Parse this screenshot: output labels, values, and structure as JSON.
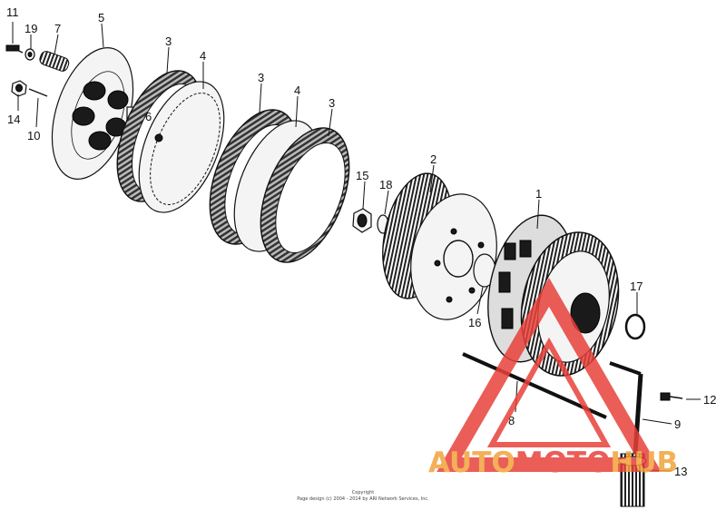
{
  "callouts": [
    {
      "id": "1",
      "text": "1"
    },
    {
      "id": "2",
      "text": "2"
    },
    {
      "id": "3a",
      "text": "3"
    },
    {
      "id": "3b",
      "text": "3"
    },
    {
      "id": "3c",
      "text": "3"
    },
    {
      "id": "4a",
      "text": "4"
    },
    {
      "id": "4b",
      "text": "4"
    },
    {
      "id": "5",
      "text": "5"
    },
    {
      "id": "6",
      "text": "6"
    },
    {
      "id": "7",
      "text": "7"
    },
    {
      "id": "8",
      "text": "8"
    },
    {
      "id": "9",
      "text": "9"
    },
    {
      "id": "10",
      "text": "10"
    },
    {
      "id": "11",
      "text": "11"
    },
    {
      "id": "12",
      "text": "12"
    },
    {
      "id": "13",
      "text": "13"
    },
    {
      "id": "14",
      "text": "14"
    },
    {
      "id": "15",
      "text": "15"
    },
    {
      "id": "16",
      "text": "16"
    },
    {
      "id": "17",
      "text": "17"
    },
    {
      "id": "18",
      "text": "18"
    },
    {
      "id": "19",
      "text": "19"
    }
  ],
  "copyright": {
    "title": "Copyright",
    "text": "Page design (c) 2004 - 2014 by ARI Network Services, Inc."
  },
  "watermark": {
    "text": "AUTOMOTOHUB",
    "colors": {
      "red": "#e8413a",
      "orange": "#f2a33a"
    }
  }
}
